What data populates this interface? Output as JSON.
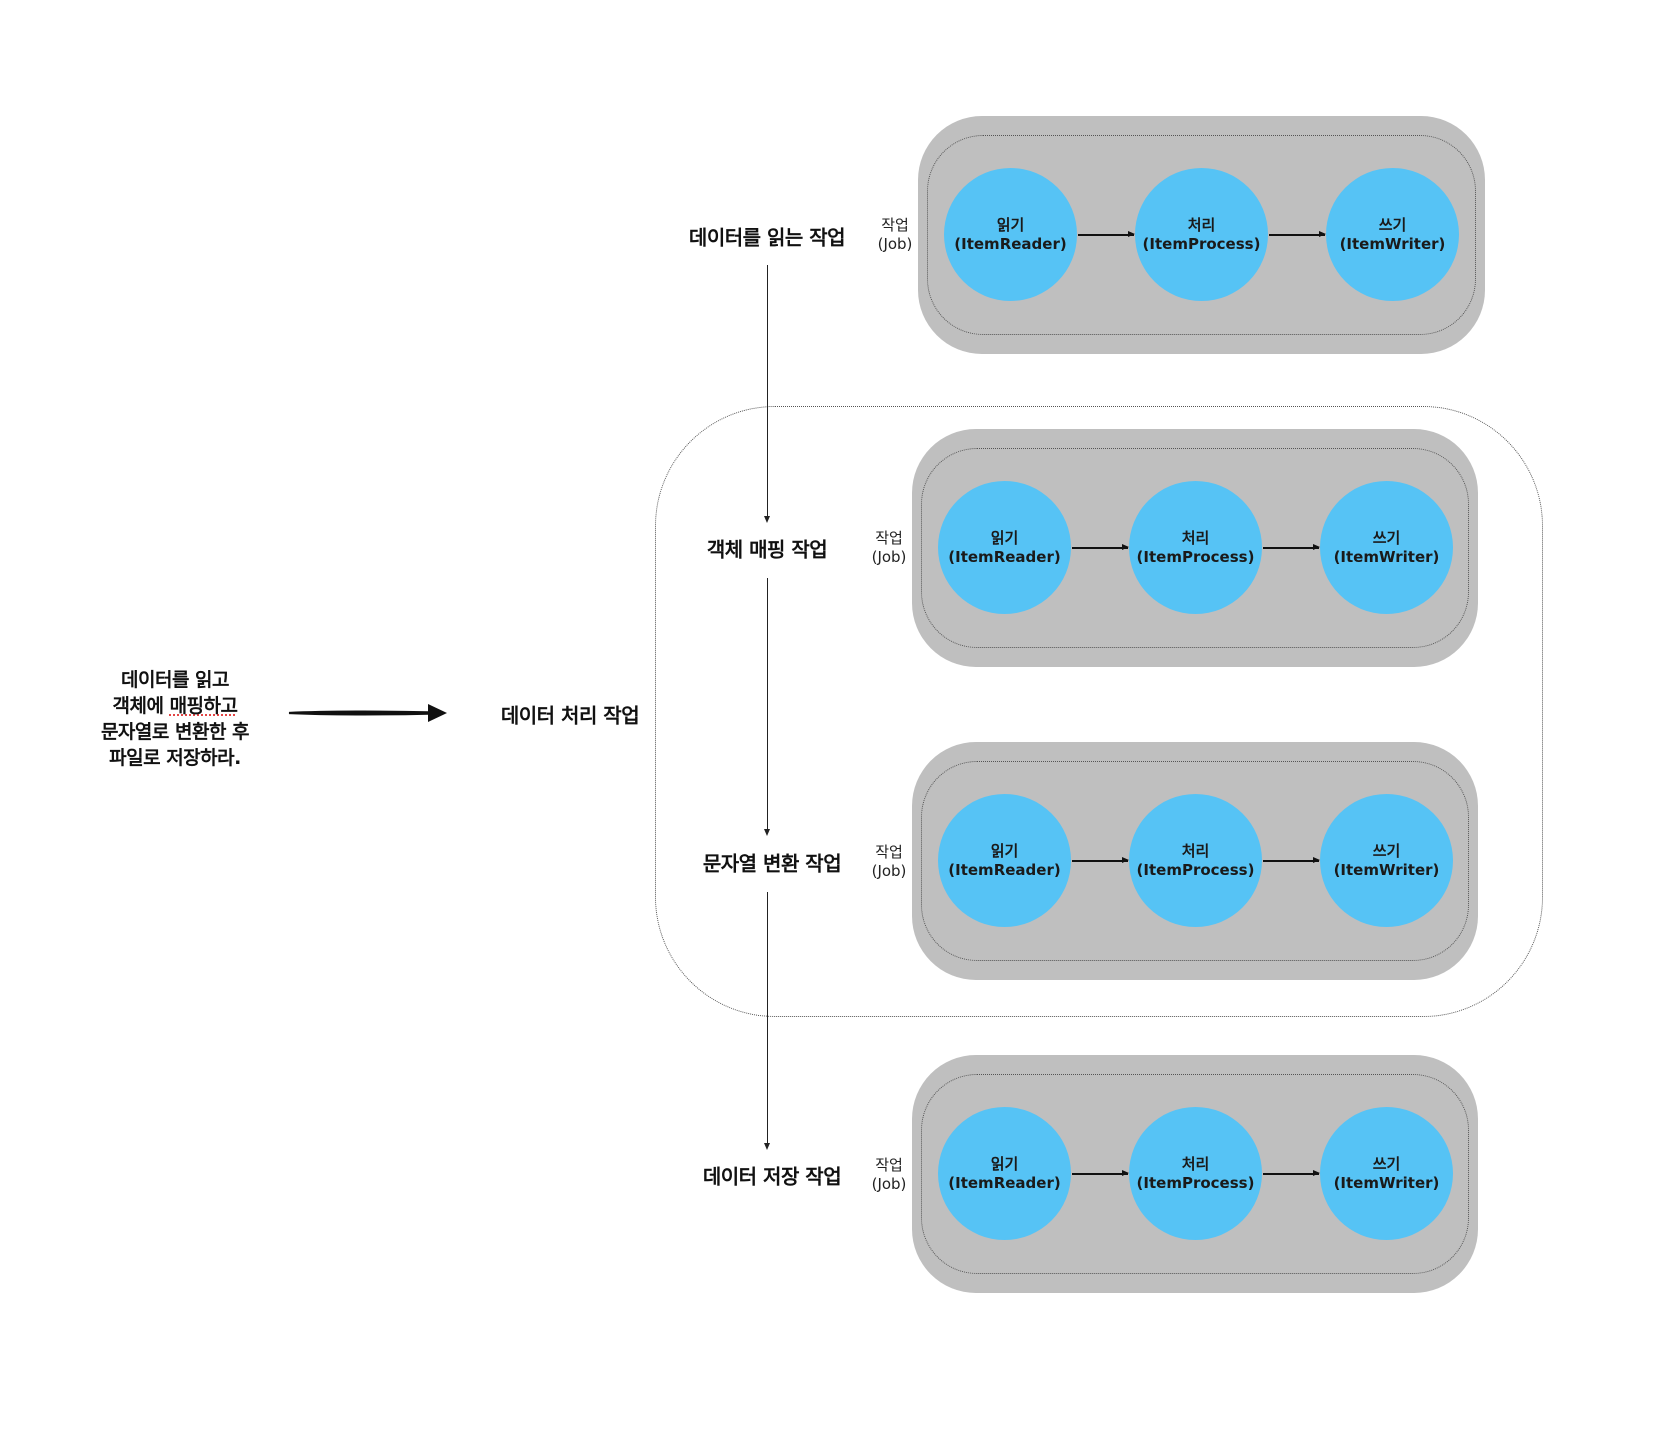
{
  "intro": {
    "lines": [
      "데이터를 읽고",
      "객체에 ",
      "매핑하고",
      "문자열로 변환한 후",
      "파일로 저장하라."
    ]
  },
  "group_label": "데이터 처리 작업",
  "job_label": {
    "line1": "작업",
    "line2": "(Job)"
  },
  "stages": [
    {
      "label": "데이터를 읽는 작업"
    },
    {
      "label": "객체 매핑 작업"
    },
    {
      "label": "문자열 변환 작업"
    },
    {
      "label": "데이터 저장 작업"
    }
  ],
  "steps": [
    {
      "name": "읽기",
      "component": "(ItemReader)"
    },
    {
      "name": "처리",
      "component": "(ItemProcess)"
    },
    {
      "name": "쓰기",
      "component": "(ItemWriter)"
    }
  ],
  "colors": {
    "step_fill": "#56c3f5",
    "job_box_fill": "#bfbfbf"
  }
}
